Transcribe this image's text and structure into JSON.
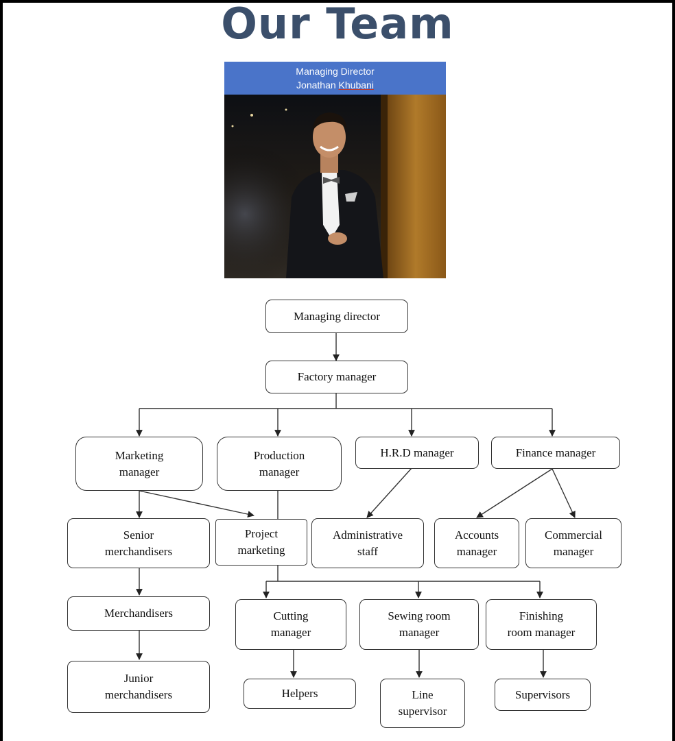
{
  "header": {
    "title": "Our Team"
  },
  "profile": {
    "role": "Managing Director",
    "name_first": "Jonathan ",
    "name_last": "Khubani",
    "photo_icon": "person-photo"
  },
  "org_chart": {
    "managing_director": "Managing director",
    "factory_manager": "Factory manager",
    "marketing_manager": "Marketing\nmanager",
    "production_manager": "Production\nmanager",
    "hrd_manager": "H.R.D manager",
    "finance_manager": "Finance manager",
    "senior_merchandisers": "Senior\nmerchandisers",
    "project_marketing": "Project\nmarketing",
    "administrative_staff": "Administrative\nstaff",
    "accounts_manager": "Accounts\nmanager",
    "commercial_manager": "Commercial\nmanager",
    "merchandisers": "Merchandisers",
    "cutting_manager": "Cutting\nmanager",
    "sewing_room_manager": "Sewing room\nmanager",
    "finishing_room_manager": "Finishing\nroom manager",
    "junior_merchandisers": "Junior\nmerchandisers",
    "helpers": "Helpers",
    "line_supervisor": "Line\nsupervisor",
    "supervisors": "Supervisors"
  }
}
